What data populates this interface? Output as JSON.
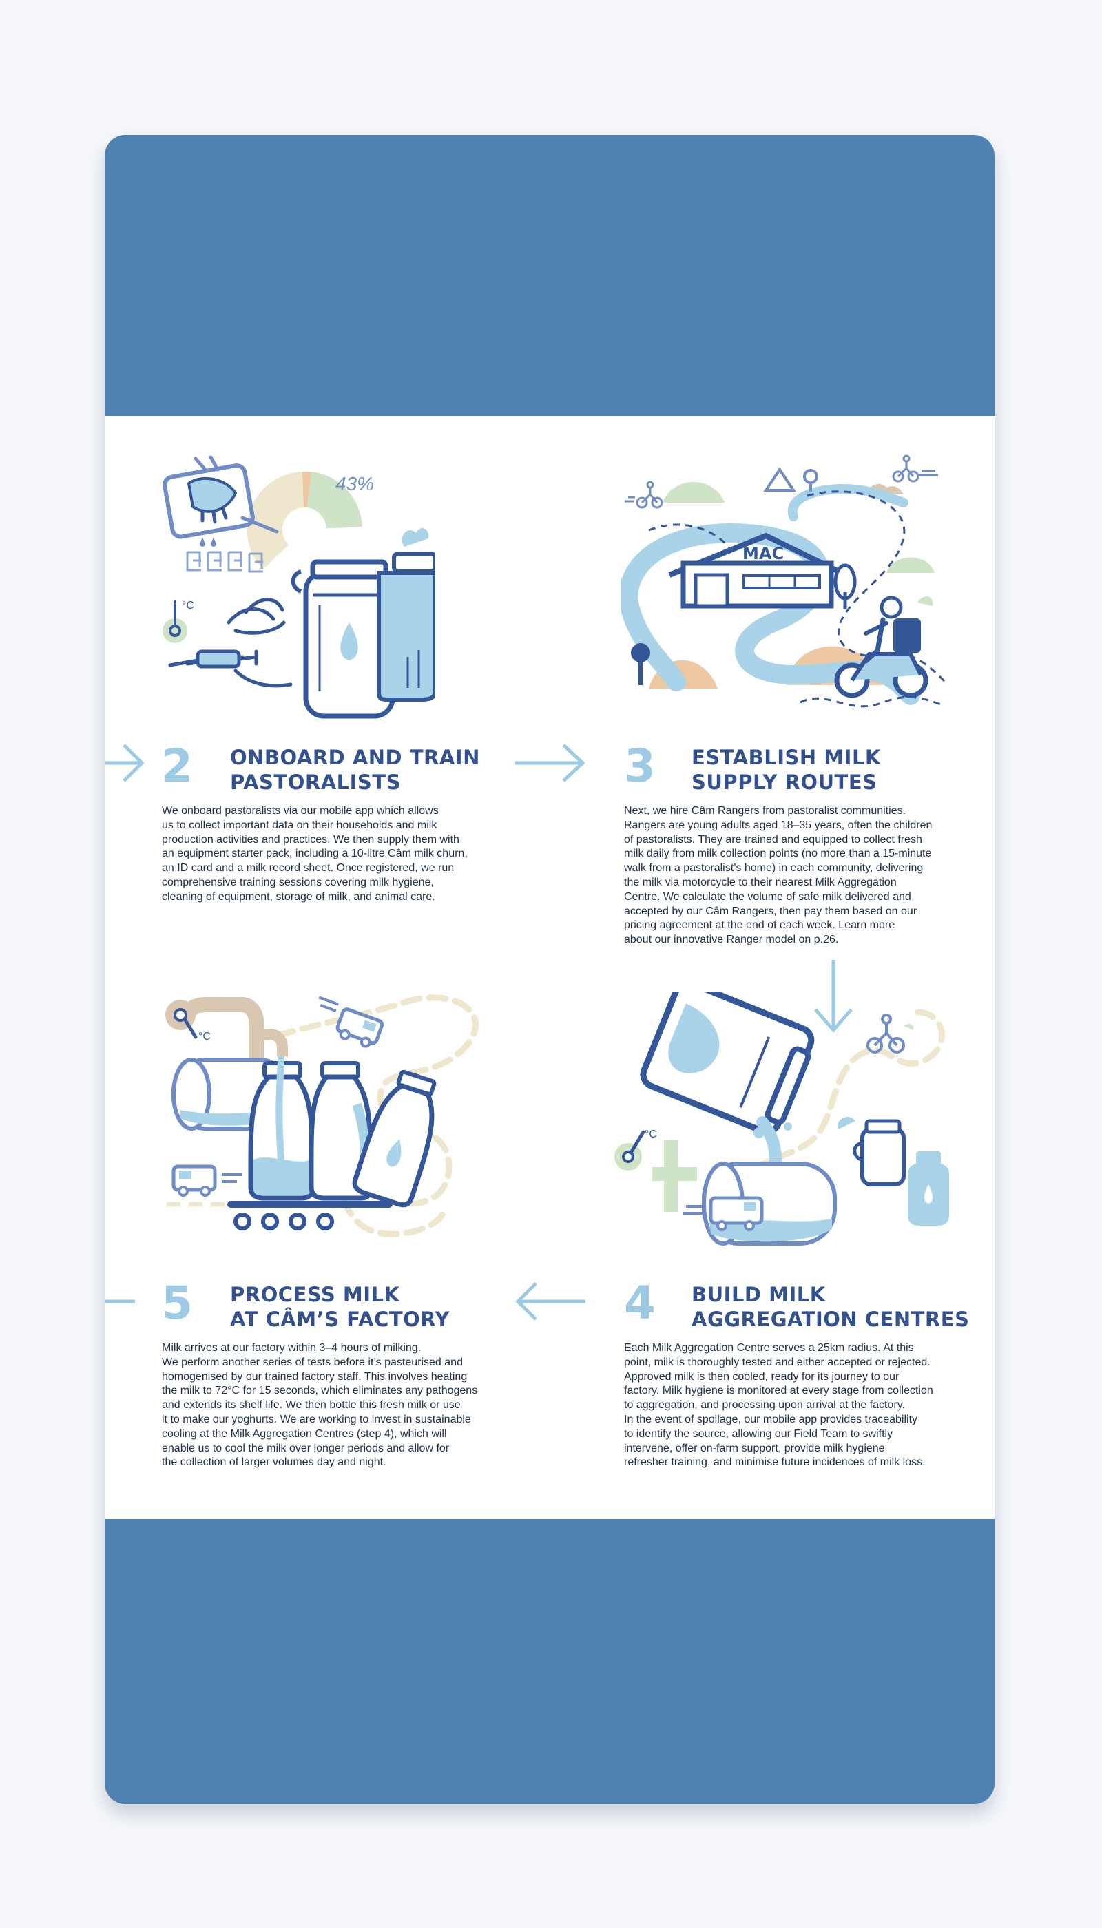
{
  "colors": {
    "card_background": "#4f82b1",
    "page": "#ffffff",
    "step_number": "#9dcbe5",
    "title": "#33508f",
    "body_text": "#22304a",
    "accent_peach": "#eec7a3",
    "accent_green": "#cfe3c6",
    "accent_cream": "#efe7cd",
    "accent_light_blue": "#a9d3e9",
    "accent_navy": "#34579a"
  },
  "icons": [
    "arrow-right-icon",
    "arrow-left-icon",
    "arrow-down-icon",
    "milk-churn-icon",
    "milk-bottle-icon",
    "motorcycle-rider-icon",
    "van-icon",
    "thermometer-icon",
    "truck-icon"
  ],
  "steps": {
    "step2": {
      "number": "2",
      "title_lines": [
        "ONBOARD AND TRAIN",
        "PASTORALISTS"
      ],
      "body_lines": [
        "We onboard pastoralists via our mobile app which allows",
        "us to collect important data on their households and milk",
        "production activities and practices. We then supply them with",
        "an equipment starter pack, including a 10-litre Câm milk churn,",
        "an ID card and a milk record sheet. Once registered, we run",
        "comprehensive training sessions covering milk hygiene,",
        "cleaning of equipment, storage of milk, and animal care."
      ],
      "illustration": {
        "pie_label": "43%",
        "thermometer_label": "°C"
      }
    },
    "step3": {
      "number": "3",
      "title_lines": [
        "ESTABLISH MILK",
        "SUPPLY ROUTES"
      ],
      "body_lines": [
        "Next, we hire Câm Rangers from pastoralist communities.",
        "Rangers are young adults aged 18–35 years, often the children",
        "of pastoralists. They are trained and equipped to collect fresh",
        "milk daily from milk collection points (no more than a 15-minute",
        "walk from a pastoralist’s home) in each community, delivering",
        "the milk via motorcycle to their nearest Milk Aggregation",
        "Centre. We calculate the volume of safe milk delivered and",
        "accepted by our Câm Rangers, then pay them based on our",
        "pricing agreement at the end of each week. Learn more",
        "about our innovative Ranger model on p.26."
      ],
      "illustration": {
        "building_sign": "MAC"
      }
    },
    "step4": {
      "number": "4",
      "title_lines": [
        "BUILD MILK",
        "AGGREGATION CENTRES"
      ],
      "body_lines": [
        "Each Milk Aggregation Centre serves a 25km radius. At this",
        "point, milk is thoroughly tested and either accepted or rejected.",
        "Approved milk is then cooled, ready for its journey to our",
        "factory. Milk hygiene is monitored at every stage from collection",
        "to aggregation, and processing upon arrival at the factory.",
        "In the event of spoilage, our mobile app provides traceability",
        "to identify the source, allowing our Field Team to swiftly",
        "intervene, offer on-farm support, provide milk hygiene",
        "refresher training, and minimise future incidences of milk loss."
      ],
      "illustration": {
        "thermometer_label": "°C"
      }
    },
    "step5": {
      "number": "5",
      "title_lines": [
        "PROCESS MILK",
        "AT CÂM’S FACTORY"
      ],
      "body_lines": [
        "Milk arrives at our factory within 3–4 hours of milking.",
        "We perform another series of tests before it’s pasteurised and",
        "homogenised by our trained factory staff. This involves heating",
        "the milk to 72°C for 15 seconds, which eliminates any pathogens",
        "and extends its shelf life. We then bottle this fresh milk or use",
        "it to make our yoghurts. We are working to invest in sustainable",
        "cooling at the Milk Aggregation Centres (step 4), which will",
        "enable us to cool the milk over longer periods and allow for",
        "the collection of larger volumes day and night."
      ],
      "illustration": {
        "thermometer_label": "°C"
      }
    }
  }
}
